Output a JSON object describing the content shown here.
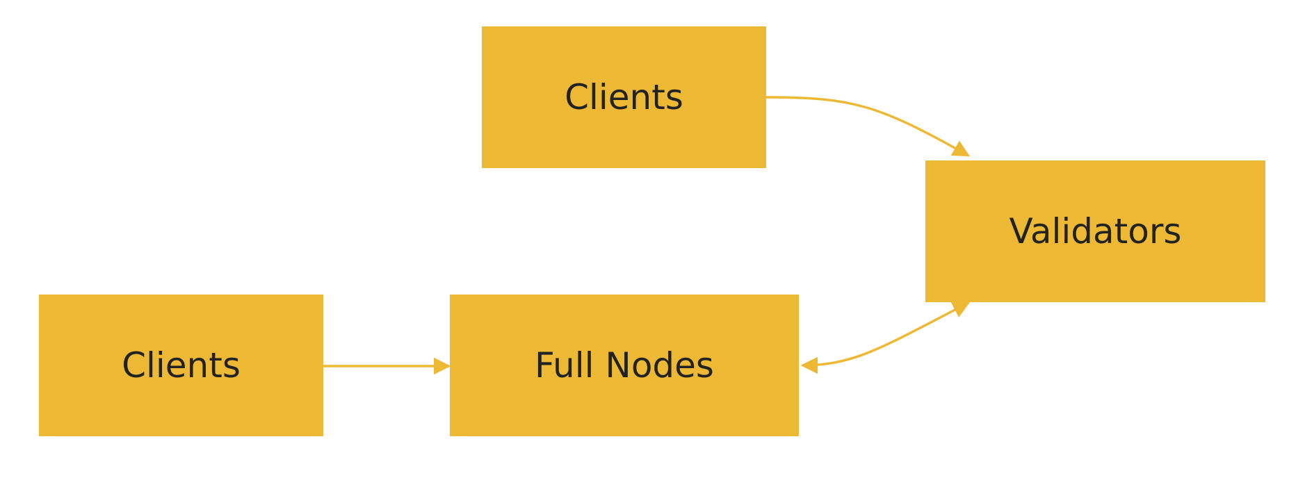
{
  "diagram": {
    "type": "flowchart",
    "colors": {
      "node_fill": "#EDB934",
      "edge_stroke": "#EDB934",
      "label_text": "#222222",
      "background": "#FFFFFF"
    },
    "nodes": {
      "clients_top": {
        "label": "Clients"
      },
      "clients_left": {
        "label": "Clients"
      },
      "full_nodes": {
        "label": "Full Nodes"
      },
      "validators": {
        "label": "Validators"
      }
    },
    "edges": [
      {
        "from": "clients_top",
        "to": "validators",
        "arrow": "end"
      },
      {
        "from": "clients_left",
        "to": "full_nodes",
        "arrow": "end"
      },
      {
        "from": "full_nodes",
        "to": "validators",
        "arrow": "both"
      }
    ]
  }
}
